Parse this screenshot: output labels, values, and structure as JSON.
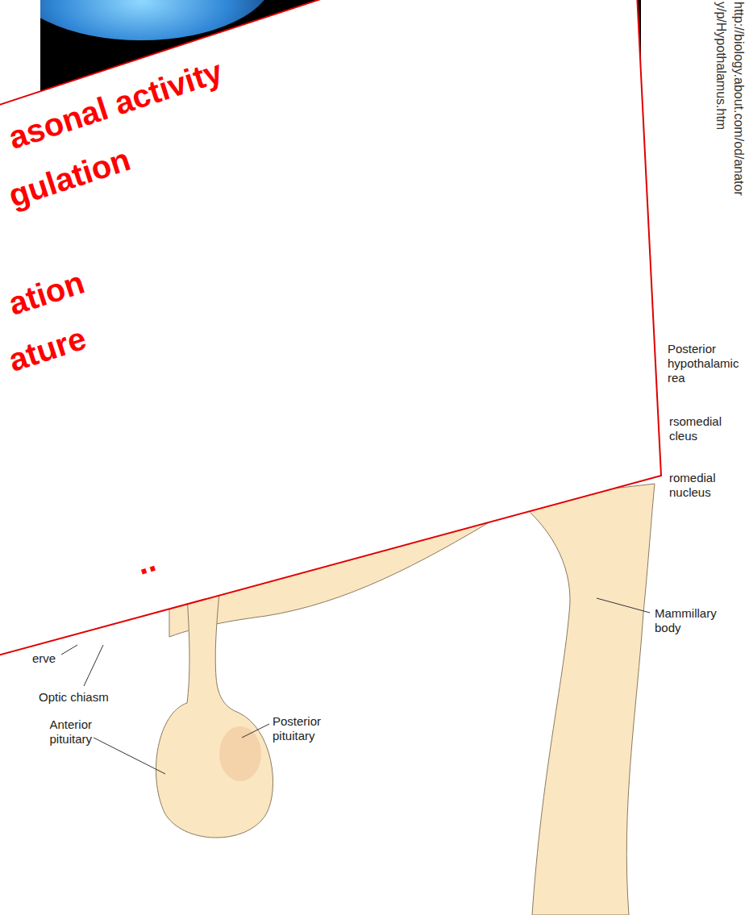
{
  "diagram": {
    "nodes": [
      {
        "text": [
          "asonal activity",
          "gulation",
          "ation",
          "ature",
          ".."
        ]
      }
    ],
    "labels": [
      "http://biology.about.com/od/anator",
      "y/p/Hypothalamus.htm",
      "Posterior hypothalamic rea",
      "rsomedial cleus",
      "romedial nucleus",
      "Mammillary body",
      "erve",
      "Optic chiasm",
      "Anterior pituitary",
      "Posterior pituitary"
    ]
  }
}
